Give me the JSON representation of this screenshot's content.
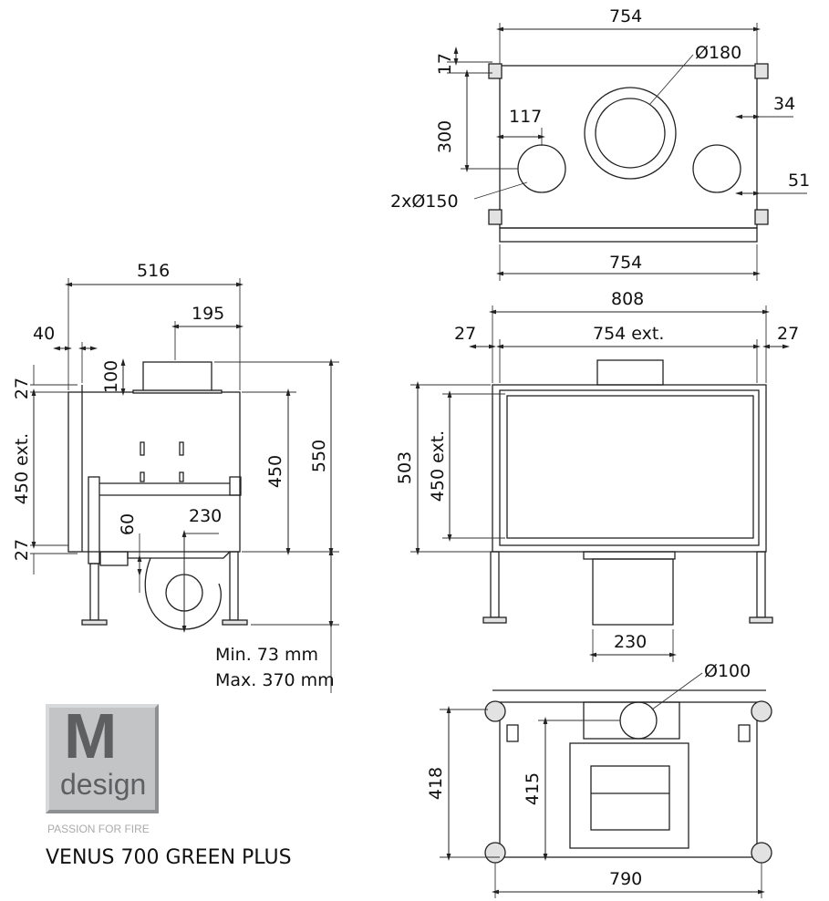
{
  "brand": {
    "logo_letter": "M",
    "logo_word": "design",
    "tagline": "PASSION FOR FIRE"
  },
  "product_title": "VENUS 700 GREEN PLUS",
  "top_view": {
    "width_top": "754",
    "width_bottom": "754",
    "flue_diameter": "Ø180",
    "side_outlets": "2xØ150",
    "offset_17": "17",
    "depth_300": "300",
    "offset_117": "117",
    "offset_34": "34",
    "offset_51": "51"
  },
  "front_view": {
    "overall_width": "808",
    "ext_width": "754 ext.",
    "left_margin": "27",
    "right_margin": "27",
    "height_503": "503",
    "height_ext": "450 ext.",
    "outlet_width": "230"
  },
  "bottom_view": {
    "inlet_diameter": "Ø100",
    "depth_418": "418",
    "depth_415": "415",
    "width_790": "790"
  },
  "side_view": {
    "depth_516": "516",
    "flue_offset_195": "195",
    "offset_40": "40",
    "flue_height_100": "100",
    "top_27": "27",
    "bottom_27": "27",
    "height_ext": "450 ext.",
    "height_450": "450",
    "height_550": "550",
    "offset_60": "60",
    "fan_230": "230",
    "leg_min": "Min. 73 mm",
    "leg_max": "Max. 370 mm"
  }
}
